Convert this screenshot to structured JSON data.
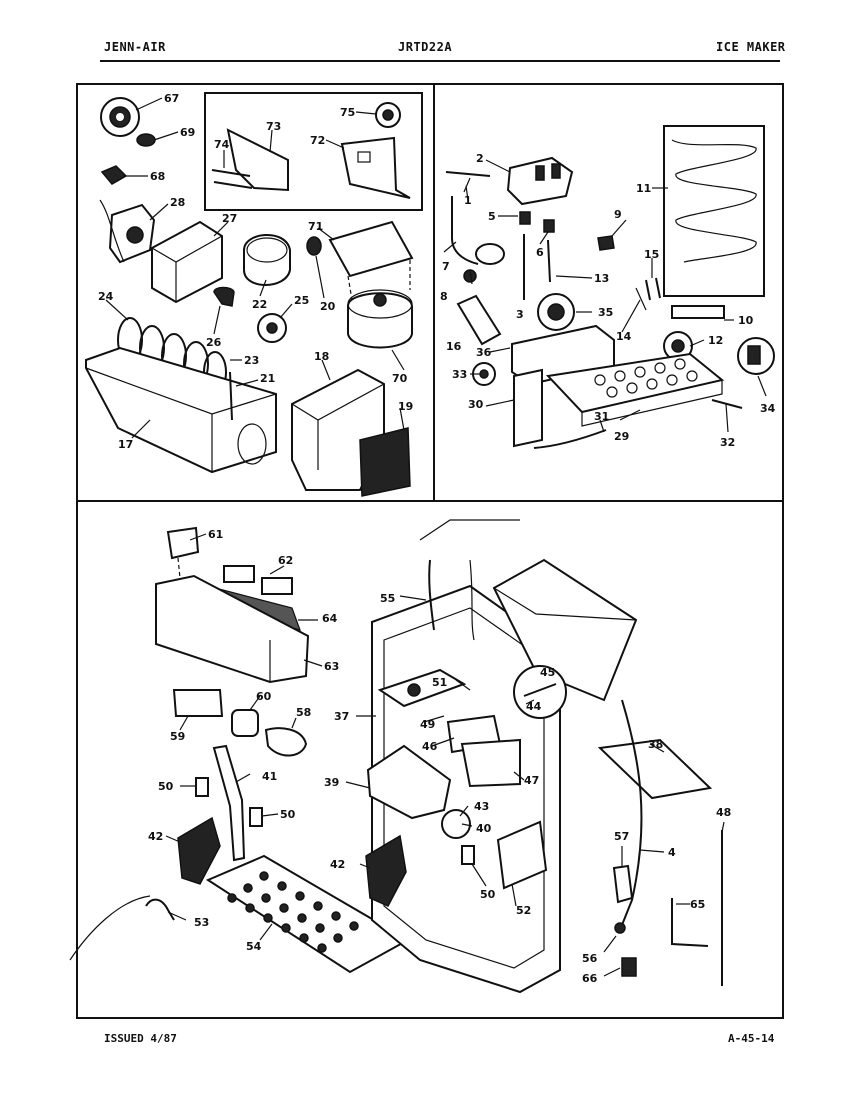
{
  "header": {
    "brand": "JENN-AIR",
    "model": "JRTD22A",
    "section": "ICE MAKER"
  },
  "footer": {
    "issued": "ISSUED 4/87",
    "page": "A-45-14"
  },
  "callouts": {
    "c1": "1",
    "c2": "2",
    "c3": "3",
    "c4": "4",
    "c5": "5",
    "c6": "6",
    "c7": "7",
    "c8": "8",
    "c9": "9",
    "c10": "10",
    "c11": "11",
    "c12": "12",
    "c13": "13",
    "c14": "14",
    "c15": "15",
    "c16": "16",
    "c17": "17",
    "c18": "18",
    "c19": "19",
    "c20": "20",
    "c21": "21",
    "c22": "22",
    "c23": "23",
    "c24": "24",
    "c25": "25",
    "c26": "26",
    "c27": "27",
    "c28": "28",
    "c29": "29",
    "c30": "30",
    "c31": "31",
    "c32": "32",
    "c33": "33",
    "c34": "34",
    "c35": "35",
    "c36": "36",
    "c37": "37",
    "c38": "38",
    "c39": "39",
    "c40": "40",
    "c41": "41",
    "c42a": "42",
    "c42b": "42",
    "c43": "43",
    "c44": "44",
    "c45": "45",
    "c46": "46",
    "c47": "47",
    "c48": "48",
    "c49": "49",
    "c50a": "50",
    "c50b": "50",
    "c50c": "50",
    "c51": "51",
    "c52": "52",
    "c53": "53",
    "c54": "54",
    "c55": "55",
    "c56": "56",
    "c57": "57",
    "c58": "58",
    "c59": "59",
    "c60": "60",
    "c61": "61",
    "c62": "62",
    "c63": "63",
    "c64": "64",
    "c65": "65",
    "c66": "66",
    "c67": "67",
    "c68": "68",
    "c69": "69",
    "c70": "70",
    "c71": "71",
    "c72": "72",
    "c73": "73",
    "c74": "74",
    "c75": "75"
  }
}
